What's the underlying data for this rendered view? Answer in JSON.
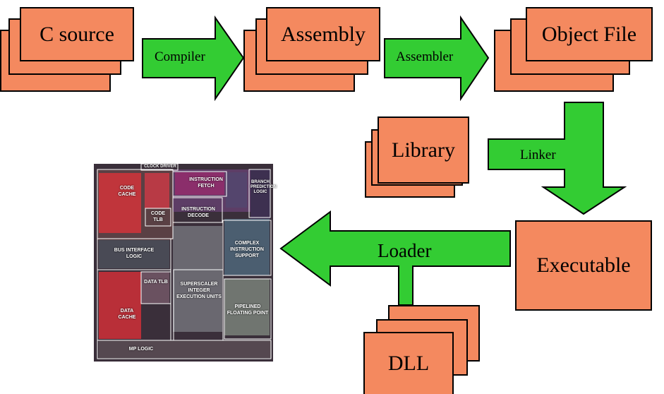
{
  "boxes": {
    "c_source": "C source",
    "assembly": "Assembly",
    "object_file": "Object File",
    "library": "Library",
    "executable": "Executable",
    "dll": "DLL"
  },
  "arrows": {
    "compiler": "Compiler",
    "assembler": "Assembler",
    "linker": "Linker",
    "loader": "Loader"
  },
  "die": {
    "clock_driver": "CLOCK DRIVER",
    "code_cache": "CODE CACHE",
    "instruction_fetch": "INSTRUCTION FETCH",
    "branch_prediction": "BRANCH PREDICTION LOGIC",
    "code_tlb": "CODE TLB",
    "instruction_decode": "INSTRUCTION DECODE",
    "bus_interface": "BUS INTERFACE LOGIC",
    "complex_instruction": "COMPLEX INSTRUCTION SUPPORT",
    "data_tlb": "DATA TLB",
    "superscaler": "SUPERSCALER INTEGER EXECUTION UNITS",
    "data_cache": "DATA CACHE",
    "pipelined_fp": "PIPELINED FLOATING POINT",
    "mp_logic": "MP LOGIC"
  },
  "colors": {
    "box": "#f4895f",
    "arrow": "#33cc33"
  }
}
